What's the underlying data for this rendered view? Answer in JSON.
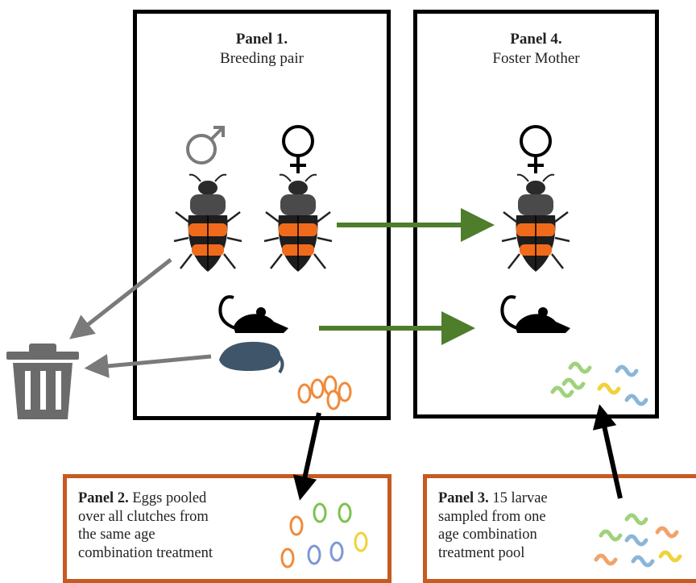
{
  "panel1": {
    "title": "Panel 1.",
    "subtitle": "Breeding pair"
  },
  "panel4": {
    "title": "Panel 4.",
    "subtitle": "Foster Mother"
  },
  "panel2": {
    "title": "Panel 2.",
    "text": " Eggs pooled\nover all clutches from\nthe same age\ncombination treatment"
  },
  "panel3": {
    "title": "Panel 3.",
    "text": " 15 larvae\nsampled from one\nage combination\ntreatment pool"
  },
  "colors": {
    "box_border": "#000000",
    "note_border": "#c65a21",
    "green_arrow": "#4e7d2c",
    "gray_arrow": "#7a7a7a",
    "black_arrow": "#000000",
    "male_symbol": "#7a7a7a",
    "female_symbol": "#000000",
    "beetle_orange": "#f06a1c",
    "mouse_dead": "#3f5569",
    "trash": "#6b6b6b"
  },
  "icons": [
    "male-symbol-icon",
    "female-symbol-icon",
    "beetle-icon",
    "mouse-icon",
    "dead-mouse-icon",
    "trash-can-icon",
    "egg-icon",
    "larva-icon"
  ]
}
